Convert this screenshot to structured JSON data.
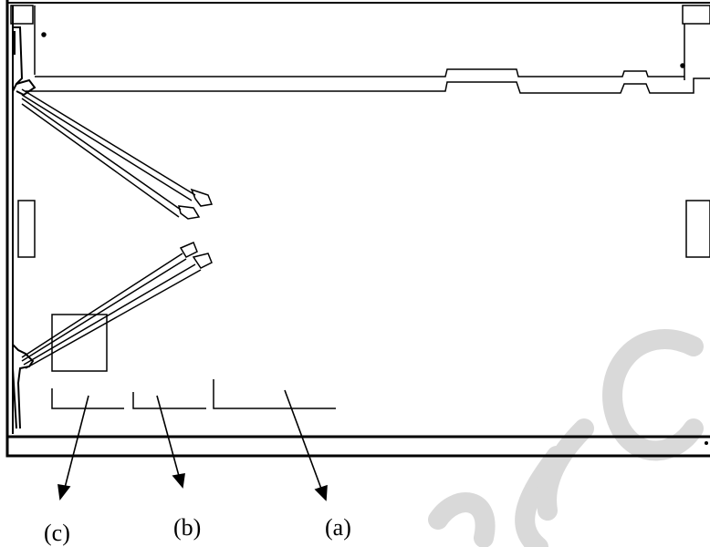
{
  "callouts": {
    "a": "(a)",
    "b": "(b)",
    "c": "(c)"
  },
  "colors": {
    "line": "#000000",
    "watermark": "#d9d9d9",
    "background": "#ffffff"
  }
}
